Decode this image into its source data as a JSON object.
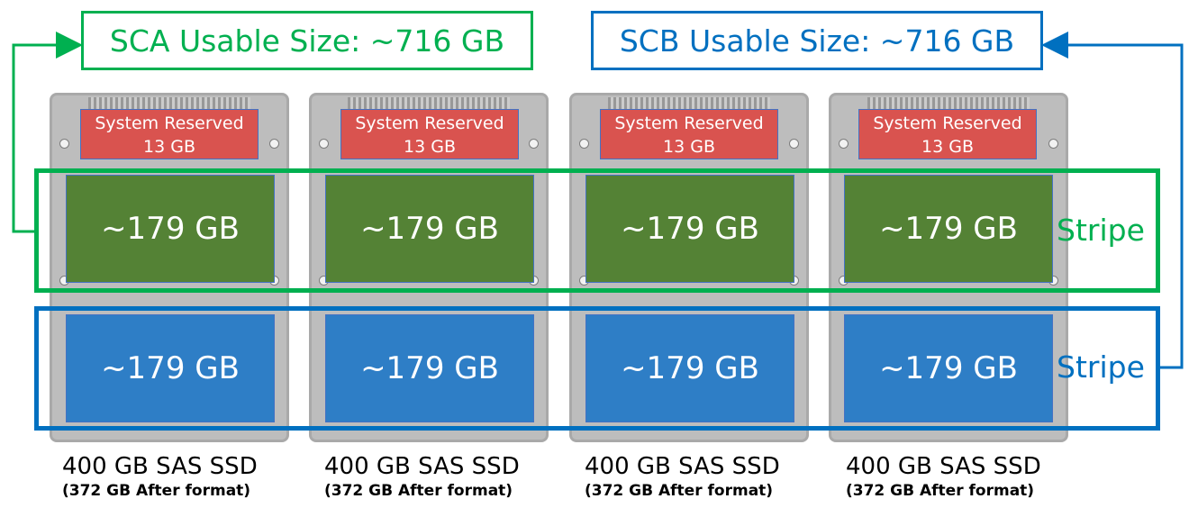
{
  "titles": {
    "sca": "SCA Usable Size: ~716 GB",
    "scb": "SCB Usable Size: ~716 GB"
  },
  "drives": [
    {
      "reserved_line1": "System Reserved",
      "reserved_line2": "13 GB",
      "upper": "~179 GB",
      "lower": "~179 GB",
      "label": "400 GB SAS SSD",
      "sublabel": "(372 GB After format)"
    },
    {
      "reserved_line1": "System Reserved",
      "reserved_line2": "13 GB",
      "upper": "~179 GB",
      "lower": "~179 GB",
      "label": "400 GB SAS SSD",
      "sublabel": "(372 GB After format)"
    },
    {
      "reserved_line1": "System Reserved",
      "reserved_line2": "13 GB",
      "upper": "~179 GB",
      "lower": "~179 GB",
      "label": "400 GB SAS SSD",
      "sublabel": "(372 GB After format)"
    },
    {
      "reserved_line1": "System Reserved",
      "reserved_line2": "13 GB",
      "upper": "~179 GB",
      "lower": "~179 GB",
      "label": "400 GB SAS SSD",
      "sublabel": "(372 GB After format)"
    }
  ],
  "stripes": {
    "a_label": "Stripe",
    "b_label": "Stripe"
  },
  "colors": {
    "sca": "#00b050",
    "scb": "#0070c0",
    "reserved": "#d9534f",
    "upper_partition": "#548235",
    "lower_partition": "#2e7ec6"
  }
}
